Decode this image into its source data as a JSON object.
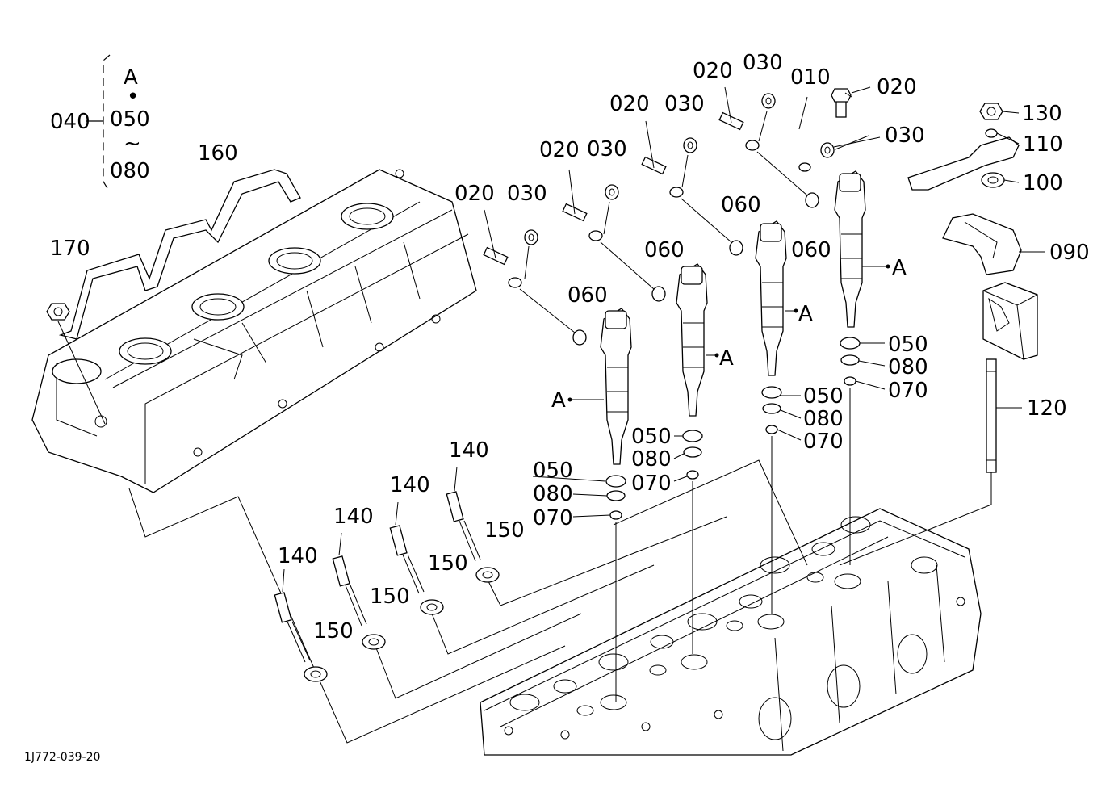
{
  "drawing_id": "1J772-039-20",
  "group": {
    "label": "040",
    "items": [
      "A",
      "•",
      "050",
      "~",
      "080"
    ]
  },
  "callouts": {
    "c010": "010",
    "c020_a": "020",
    "c020_b": "020",
    "c020_c": "020",
    "c020_d": "020",
    "c020_e": "020",
    "c030_a": "030",
    "c030_b": "030",
    "c030_c": "030",
    "c030_d": "030",
    "c030_e": "030",
    "c060_a": "060",
    "c060_b": "060",
    "c060_c": "060",
    "c060_d": "060",
    "c050_a": "050",
    "c050_b": "050",
    "c050_c": "050",
    "c050_d": "050",
    "c080_a": "080",
    "c080_b": "080",
    "c080_c": "080",
    "c080_d": "080",
    "c070_a": "070",
    "c070_b": "070",
    "c070_c": "070",
    "c070_d": "070",
    "c090": "090",
    "c100": "100",
    "c110": "110",
    "c120": "120",
    "c130": "130",
    "c140_a": "140",
    "c140_b": "140",
    "c140_c": "140",
    "c140_d": "140",
    "c150_a": "150",
    "c150_b": "150",
    "c150_c": "150",
    "c150_d": "150",
    "c160": "160",
    "c170": "170",
    "injA_1": "A",
    "injA_2": "A",
    "injA_3": "A",
    "injA_4": "A"
  }
}
